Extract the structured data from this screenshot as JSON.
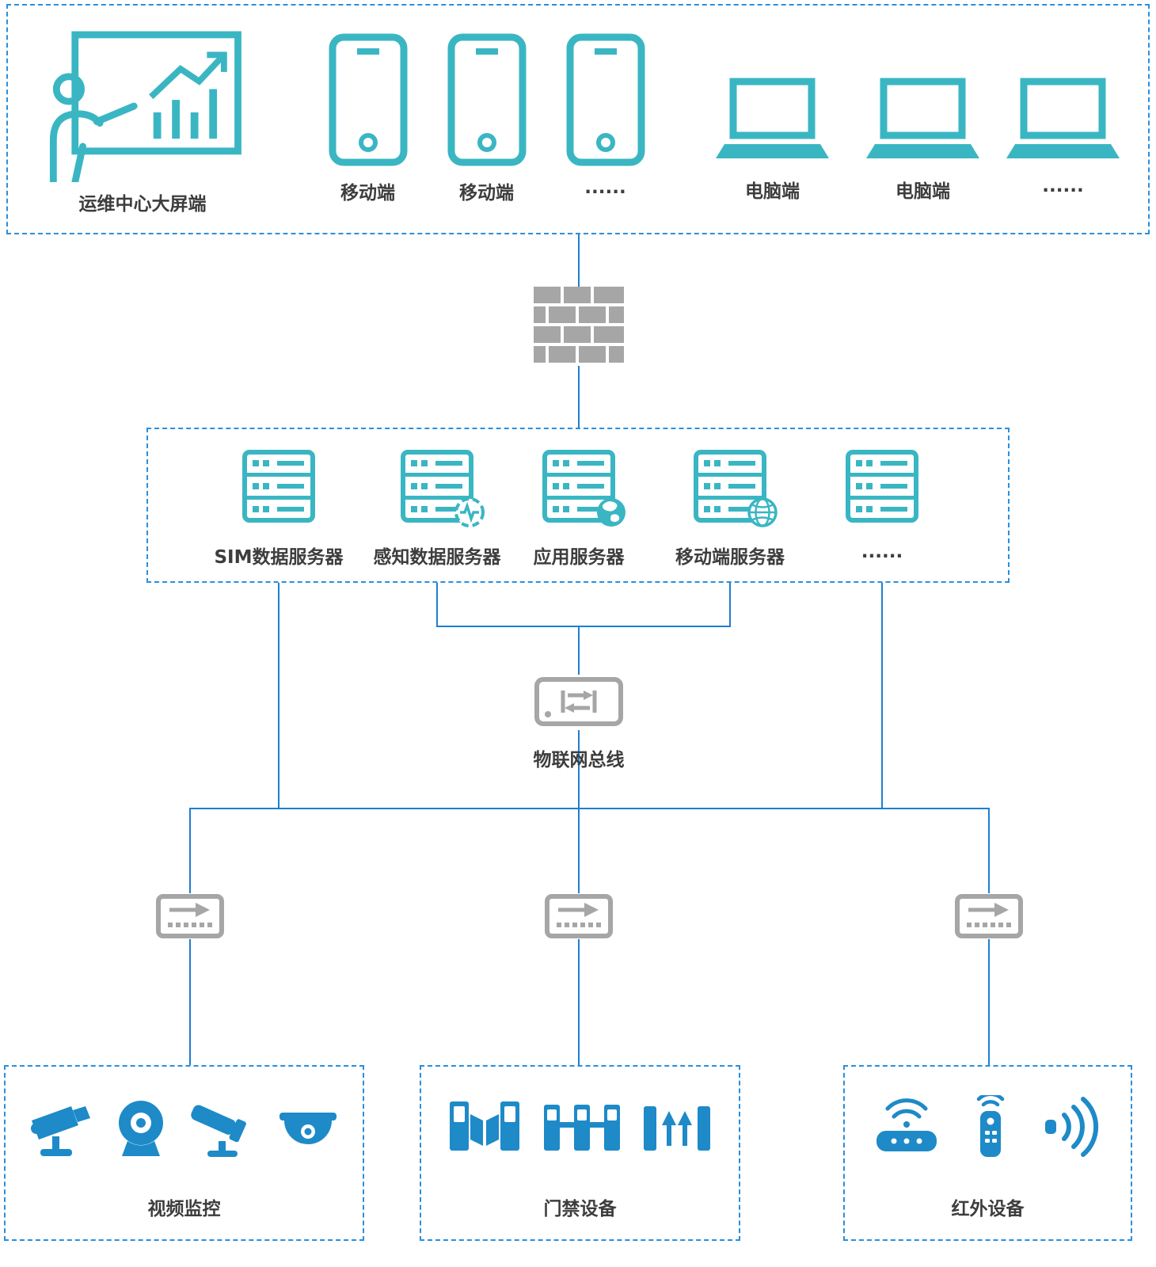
{
  "colors": {
    "teal": "#3ab6c3",
    "line_blue": "#1e7fd0",
    "border_blue": "#2a8fdd",
    "gray": "#a6a6a6",
    "device_blue": "#1e8ac8",
    "label_text": "#3d3d3d"
  },
  "client_zone": {
    "items": [
      {
        "id": "big-screen",
        "label": "运维中心大屏端"
      },
      {
        "id": "phone-1",
        "label": "移动端"
      },
      {
        "id": "phone-2",
        "label": "移动端"
      },
      {
        "id": "phone-more",
        "label": "......"
      },
      {
        "id": "laptop-1",
        "label": "电脑端"
      },
      {
        "id": "laptop-2",
        "label": "电脑端"
      },
      {
        "id": "laptop-more",
        "label": "......"
      }
    ]
  },
  "server_zone": {
    "items": [
      {
        "id": "sim-server",
        "label": "SIM数据服务器",
        "badge": "none"
      },
      {
        "id": "sensor-server",
        "label": "感知数据服务器",
        "badge": "pulse"
      },
      {
        "id": "app-server",
        "label": "应用服务器",
        "badge": "globe"
      },
      {
        "id": "mobile-server",
        "label": "移动端服务器",
        "badge": "globe-grid"
      },
      {
        "id": "more-server",
        "label": "......",
        "badge": "none"
      }
    ]
  },
  "iot_bus": {
    "label": "物联网总线"
  },
  "device_zones": {
    "video": {
      "label": "视频监控",
      "icons": [
        "ptz-camera",
        "webcam",
        "bullet-camera",
        "dome-camera"
      ]
    },
    "access": {
      "label": "门禁设备",
      "icons": [
        "swing-gate",
        "turnstile",
        "flap-barrier"
      ]
    },
    "infrared": {
      "label": "红外设备",
      "icons": [
        "wifi-router",
        "remote-control",
        "ir-beam"
      ]
    }
  }
}
